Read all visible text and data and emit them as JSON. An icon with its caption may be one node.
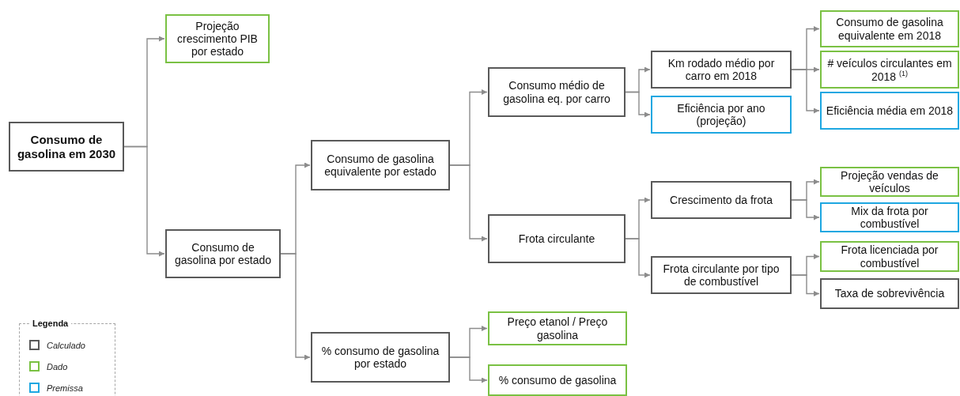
{
  "diagram": {
    "nodes": [
      {
        "text": [
          "Consumo de gasolina em 2030"
        ]
      },
      {
        "text": [
          "Projeção crescimento PIB por estado"
        ]
      },
      {
        "text": [
          "Consumo de gasolina por estado"
        ]
      },
      {
        "text": [
          "Consumo de gasolina equivalente por estado"
        ]
      },
      {
        "text": [
          "% consumo de gasolina por estado"
        ]
      },
      {
        "text": [
          "Consumo médio de gasolina eq. por carro"
        ]
      },
      {
        "text": [
          "Frota circulante"
        ]
      },
      {
        "text": [
          "Preço etanol / Preço gasolina"
        ]
      },
      {
        "text": [
          "% consumo de gasolina"
        ]
      },
      {
        "text": [
          "Km rodado médio por carro em 2018"
        ]
      },
      {
        "text": [
          "Eficiência por ano (projeção)"
        ]
      },
      {
        "text": [
          "Crescimento da frota"
        ]
      },
      {
        "text": [
          "Frota circulante por tipo de combustível"
        ]
      },
      {
        "text": [
          "Consumo de gasolina equivalente em 2018"
        ]
      },
      {
        "text": [
          "# veículos circulantes em 2018 $^{(1)}$"
        ]
      },
      {
        "text": [
          "Eficiência média em 2018"
        ]
      },
      {
        "text": [
          "Projeção vendas de veículos"
        ]
      },
      {
        "text": [
          "Mix da frota por combustível"
        ]
      },
      {
        "text": [
          "Frota licenciada por combustível"
        ]
      },
      {
        "text": [
          "Taxa de sobrevivência"
        ]
      }
    ],
    "edges": [
      {
        "from": 0,
        "to": 1,
        "arrow": "to"
      },
      {
        "from": 0,
        "to": 2,
        "arrow": "to"
      },
      {
        "from": 2,
        "to": 3,
        "arrow": "to"
      },
      {
        "from": 2,
        "to": 4,
        "arrow": "to"
      },
      {
        "from": 3,
        "to": 5,
        "arrow": "to"
      },
      {
        "from": 3,
        "to": 6,
        "arrow": "to"
      },
      {
        "from": 4,
        "to": 7,
        "arrow": "to"
      },
      {
        "from": 4,
        "to": 8,
        "arrow": "to"
      },
      {
        "from": 5,
        "to": 9,
        "arrow": "to"
      },
      {
        "from": 5,
        "to": 10,
        "arrow": "to"
      },
      {
        "from": 6,
        "to": 11,
        "arrow": "to"
      },
      {
        "from": 6,
        "to": 12,
        "arrow": "to"
      },
      {
        "from": 9,
        "to": 13,
        "arrow": "to"
      },
      {
        "from": 9,
        "to": 14,
        "arrow": "to"
      },
      {
        "from": 9,
        "to": 15,
        "arrow": "to"
      },
      {
        "from": 11,
        "to": 16,
        "arrow": "to"
      },
      {
        "from": 11,
        "to": 17,
        "arrow": "to"
      },
      {
        "from": 12,
        "to": 18,
        "arrow": "to"
      },
      {
        "from": 12,
        "to": 19,
        "arrow": "to"
      }
    ],
    "labels": [
      "Legenda"
    ],
    "legend": [
      {
        "text": "Calculado",
        "color": "#595959"
      },
      {
        "text": "Dado",
        "color": "#7ac143"
      },
      {
        "text": "Premissa",
        "color": "#1ea7e1"
      }
    ]
  }
}
